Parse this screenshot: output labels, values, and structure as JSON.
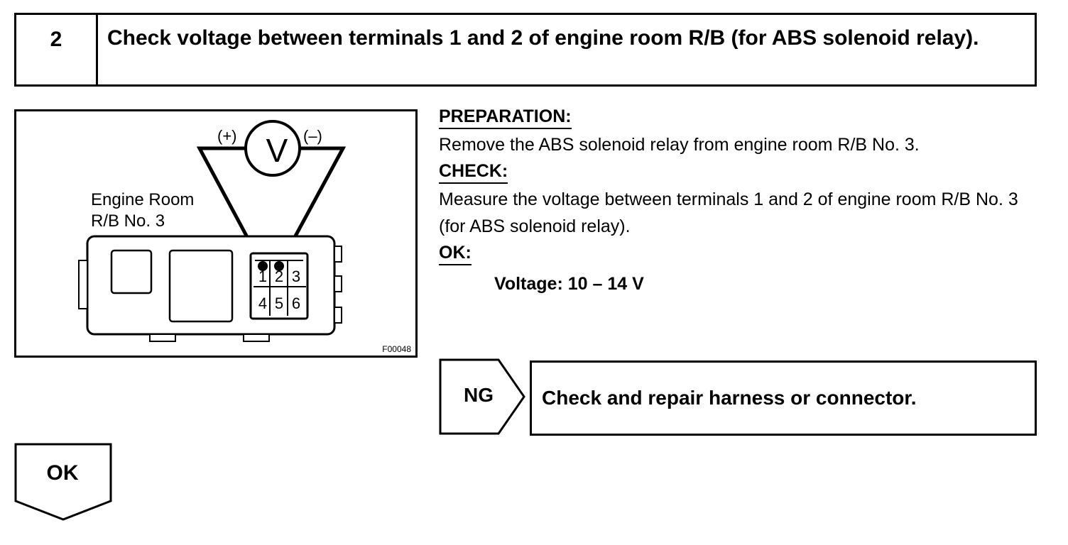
{
  "step": {
    "number": "2",
    "title": "Check voltage between terminals 1 and 2 of engine room R/B (for ABS solenoid relay)."
  },
  "figure": {
    "label_line1": "Engine Room",
    "label_line2": "R/B No. 3",
    "code": "F00048",
    "meter_symbol": "V",
    "plus": "(+)",
    "minus": "(–)",
    "terminals": [
      "1",
      "2",
      "3",
      "4",
      "5",
      "6"
    ]
  },
  "preparation": {
    "heading": "PREPARATION:",
    "text": "Remove the ABS solenoid relay from engine room R/B No. 3."
  },
  "check": {
    "heading": "CHECK:",
    "text": "Measure the voltage between terminals 1 and 2 of engine room R/B No. 3 (for ABS solenoid relay)."
  },
  "ok": {
    "heading": "OK:",
    "value": "Voltage: 10 – 14 V"
  },
  "ng_flow": {
    "label": "NG",
    "action": "Check and repair harness or connector."
  },
  "ok_flow": {
    "label": "OK"
  }
}
